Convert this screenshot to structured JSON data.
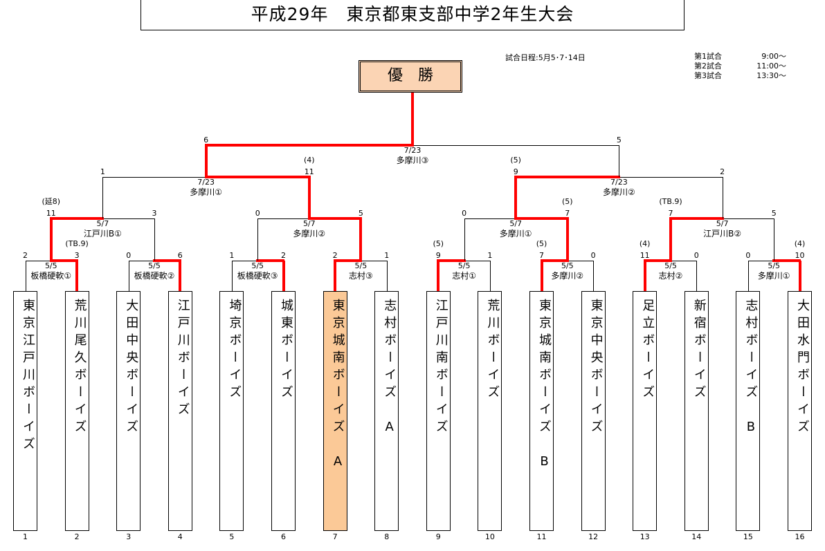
{
  "title": "平成29年　東京都東支部中学2年生大会",
  "schedule": "試合日程:5月5･7･14日",
  "times": [
    {
      "label": "第1試合",
      "time": "9:00～"
    },
    {
      "label": "第2試合",
      "time": "11:00～"
    },
    {
      "label": "第3試合",
      "time": "13:30～"
    }
  ],
  "champion_label": "優勝",
  "champion_index": 7,
  "colors": {
    "winner_line": "#ff0000",
    "champion_fill": "#fbc997",
    "champion_box": "#fbd4b4"
  },
  "teams": [
    {
      "no": "1",
      "name": "東京江戸川ボーイズ"
    },
    {
      "no": "2",
      "name": "荒川尾久ボーイズ"
    },
    {
      "no": "3",
      "name": "大田中央ボーイズ"
    },
    {
      "no": "4",
      "name": "江戸川ボーイズ"
    },
    {
      "no": "5",
      "name": "埼京ボーイズ"
    },
    {
      "no": "6",
      "name": "城東ボーイズ"
    },
    {
      "no": "7",
      "name": "東京城南ボーイズ　A"
    },
    {
      "no": "8",
      "name": "志村ボーイズ　A"
    },
    {
      "no": "9",
      "name": "江戸川南ボーイズ"
    },
    {
      "no": "10",
      "name": "荒川ボーイズ"
    },
    {
      "no": "11",
      "name": "東京城南ボーイズ　B"
    },
    {
      "no": "12",
      "name": "東京中央ボーイズ"
    },
    {
      "no": "13",
      "name": "足立ボーイズ"
    },
    {
      "no": "14",
      "name": "新宿ボーイズ"
    },
    {
      "no": "15",
      "name": "志村ボーイズ　B"
    },
    {
      "no": "16",
      "name": "大田水門ボーイズ"
    }
  ],
  "rounds": [
    [
      {
        "left": "2",
        "right": "3",
        "winner": "right",
        "note_left": "",
        "note_right": "(TB.9)",
        "date": "5/5",
        "venue": "板橋硬軟①"
      },
      {
        "left": "0",
        "right": "6",
        "winner": "right",
        "note_left": "",
        "note_right": "",
        "date": "5/5",
        "venue": "板橋硬軟②"
      },
      {
        "left": "1",
        "right": "2",
        "winner": "right",
        "note_left": "",
        "note_right": "",
        "date": "5/5",
        "venue": "板橋硬軟③"
      },
      {
        "left": "2",
        "right": "1",
        "winner": "left",
        "note_left": "",
        "note_right": "",
        "date": "5/5",
        "venue": "志村③"
      },
      {
        "left": "9",
        "right": "1",
        "winner": "left",
        "note_left": "(5)",
        "note_right": "",
        "date": "5/5",
        "venue": "志村①"
      },
      {
        "left": "7",
        "right": "0",
        "winner": "left",
        "note_left": "(5)",
        "note_right": "",
        "date": "5/5",
        "venue": "多摩川②"
      },
      {
        "left": "11",
        "right": "0",
        "winner": "left",
        "note_left": "(4)",
        "note_right": "",
        "date": "5/5",
        "venue": "志村②"
      },
      {
        "left": "0",
        "right": "10",
        "winner": "right",
        "note_left": "",
        "note_right": "(4)",
        "date": "5/5",
        "venue": "多摩川①"
      }
    ],
    [
      {
        "left": "11",
        "right": "3",
        "winner": "left",
        "note_left": "(延8)",
        "note_right": "",
        "date": "5/7",
        "venue": "江戸川B①"
      },
      {
        "left": "0",
        "right": "5",
        "winner": "right",
        "note_left": "",
        "note_right": "",
        "date": "5/7",
        "venue": "多摩川②"
      },
      {
        "left": "0",
        "right": "7",
        "winner": "right",
        "note_left": "",
        "note_right": "(5)",
        "date": "5/7",
        "venue": "多摩川①"
      },
      {
        "left": "7",
        "right": "5",
        "winner": "left",
        "note_left": "(TB.9)",
        "note_right": "",
        "date": "5/7",
        "venue": "江戸川B②"
      }
    ],
    [
      {
        "left": "1",
        "right": "11",
        "winner": "right",
        "note_left": "",
        "note_right": "(4)",
        "date": "7/23",
        "venue": "多摩川①"
      },
      {
        "left": "9",
        "right": "2",
        "winner": "left",
        "note_left": "(5)",
        "note_right": "",
        "date": "7/23",
        "venue": "多摩川②"
      }
    ],
    [
      {
        "left": "6",
        "right": "5",
        "winner": "left",
        "note_left": "",
        "note_right": "",
        "date": "7/23",
        "venue": "多摩川③"
      }
    ]
  ]
}
